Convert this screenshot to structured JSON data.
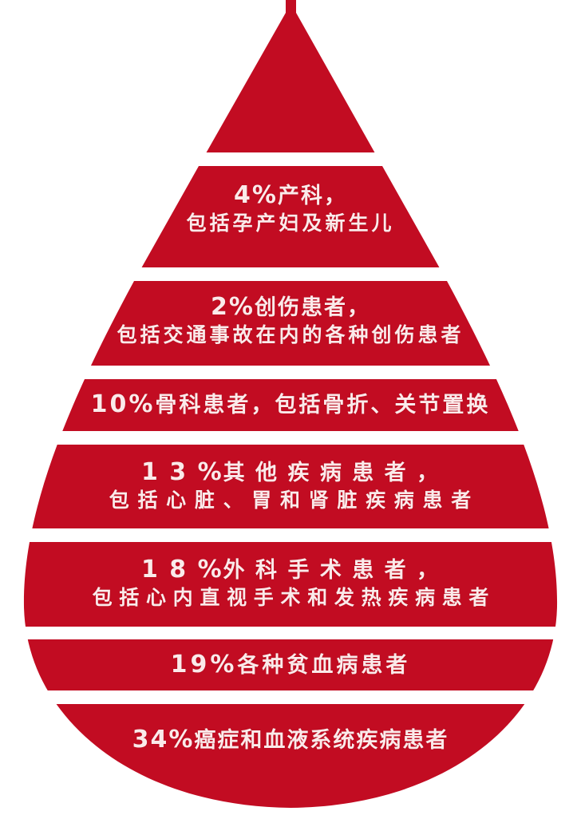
{
  "colors": {
    "drop": "#c20c22",
    "edge": "#8e0f1c",
    "gap": "#ffffff",
    "text": "#fbeaea"
  },
  "chart_data": {
    "type": "pie",
    "title": "",
    "shape": "blood-drop stacked segments (top to bottom)",
    "categories": [
      "产科，包括孕产妇及新生儿",
      "创伤患者，包括交通事故在内的各种创伤患者",
      "骨科患者，包括骨折、关节置换",
      "其他疾病患者，包括心脏、胃和肾脏疾病患者",
      "外科手术患者，包括心内直视手术和发热疾病患者",
      "各种贫血病患者",
      "癌症和血液系统疾病患者"
    ],
    "values": [
      4,
      2,
      10,
      13,
      18,
      19,
      34
    ],
    "unit": "%"
  },
  "segments": [
    {
      "pct": "4%",
      "line1": "产科，",
      "line2": "包括孕产妇及新生儿"
    },
    {
      "pct": "2%",
      "line1": "创伤患者，",
      "line2": "包括交通事故在内的各种创伤患者"
    },
    {
      "pct": "10%",
      "line1": "骨科患者，包括骨折、关节置换",
      "line2": ""
    },
    {
      "pct": "1 3 %",
      "line1": "其 他 疾 病 患 者 ，",
      "line2": "包 括 心 脏 、 胃 和 肾 脏 疾 病 患 者"
    },
    {
      "pct": "1 8 %",
      "line1": "外 科 手 术 患 者 ，",
      "line2": "包 括 心 内 直 视 手 术 和 发 热 疾 病 患 者"
    },
    {
      "pct": "19%",
      "line1": "各种贫血病患者",
      "line2": ""
    },
    {
      "pct": "34%",
      "line1": "癌症和血液系统疾病患者",
      "line2": ""
    }
  ]
}
